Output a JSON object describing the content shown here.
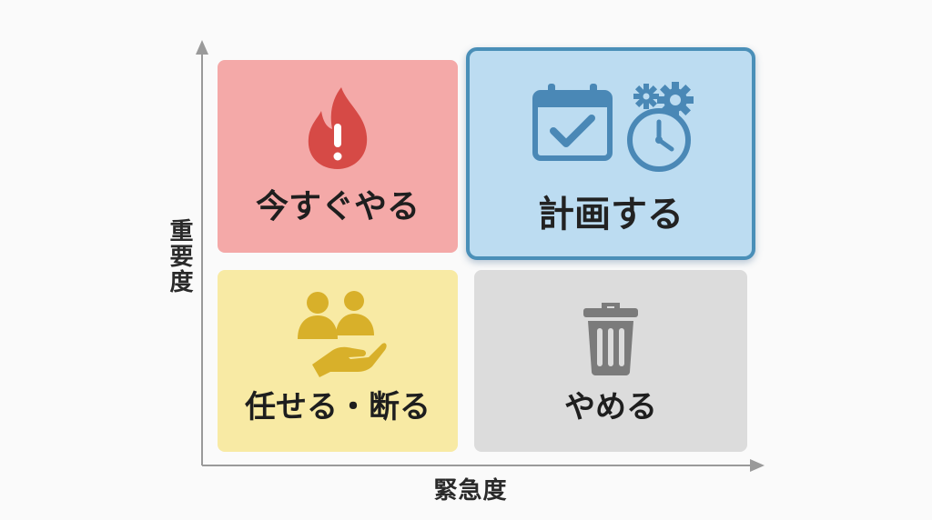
{
  "axes": {
    "y_label": "重要度",
    "x_label": "緊急度"
  },
  "quadrants": {
    "do_now": {
      "label": "今すぐやる",
      "icon": "fire-alert-icon",
      "color": "#f4a9a8"
    },
    "plan": {
      "label": "計画する",
      "icons": [
        "calendar-check-icon",
        "clock-gears-icon"
      ],
      "color": "#bcdcf1",
      "highlighted": true
    },
    "delegate": {
      "label": "任せる・断る",
      "icon": "people-hand-icon",
      "color": "#f8eaa4"
    },
    "drop": {
      "label": "やめる",
      "icon": "trash-can-icon",
      "color": "#dcdcdc"
    }
  }
}
